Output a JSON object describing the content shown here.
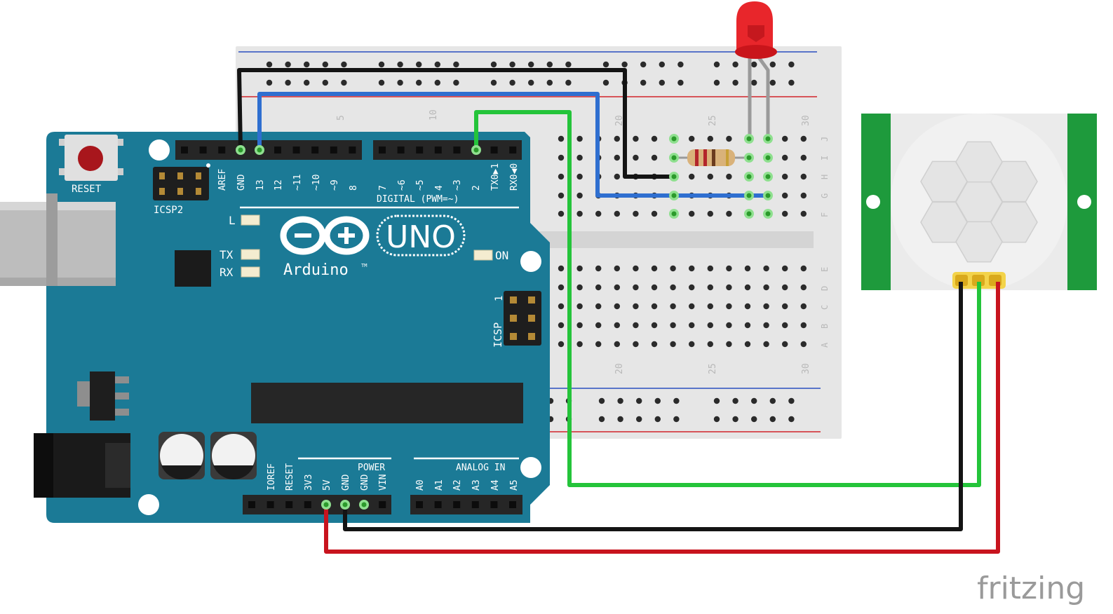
{
  "colors": {
    "board": "#1b7a96",
    "board_edge": "#136a85",
    "breadboard": "#e6e6e6",
    "rail_red": "#d2232a",
    "rail_blue": "#2a4fbf",
    "pir_green": "#1e9a3c",
    "pir_dome": "#f1f1f1",
    "wire_black": "#141414",
    "wire_blue": "#2f6fd0",
    "wire_green": "#24c43a",
    "wire_red": "#c8141e",
    "led": "#e8262b",
    "highlight_dot": "#8fe08f"
  },
  "arduino": {
    "reset": "RESET",
    "icsp2": "ICSP2",
    "icsp": "ICSP",
    "icsp_pin1": "1",
    "digital_header": "DIGITAL (PWM=~)",
    "digital_pins_left": [
      "AREF",
      "GND",
      "13",
      "12",
      "~11",
      "~10",
      "~9",
      "8"
    ],
    "digital_pins_right": [
      "7",
      "~6",
      "~5",
      "4",
      "~3",
      "2",
      "TX0▶1",
      "RX0◀0"
    ],
    "led_l": "L",
    "led_tx": "TX",
    "led_rx": "RX",
    "led_on": "ON",
    "model": "UNO",
    "brand": "Arduino",
    "trademark": "TM",
    "power_header": "POWER",
    "analog_header": "ANALOG IN",
    "power_pins": [
      "IOREF",
      "RESET",
      "3V3",
      "5V",
      "GND",
      "GND",
      "VIN"
    ],
    "analog_pins": [
      "A0",
      "A1",
      "A2",
      "A3",
      "A4",
      "A5"
    ]
  },
  "breadboard": {
    "top_numbers": [
      "5",
      "10",
      "20",
      "25",
      "30"
    ],
    "bottom_numbers": [
      "20",
      "25",
      "30"
    ],
    "rows_top": [
      "J",
      "I",
      "H",
      "G",
      "F"
    ],
    "rows_bottom": [
      "E",
      "D",
      "C",
      "B",
      "A"
    ]
  },
  "wires": [
    {
      "name": "gnd-to-rail",
      "color": "black"
    },
    {
      "name": "pin13-to-led",
      "color": "blue"
    },
    {
      "name": "pin2-to-pir-out",
      "color": "green"
    },
    {
      "name": "gnd-to-pir",
      "color": "black"
    },
    {
      "name": "5v-to-pir",
      "color": "red"
    }
  ],
  "footer": {
    "logo": "fritzing"
  }
}
